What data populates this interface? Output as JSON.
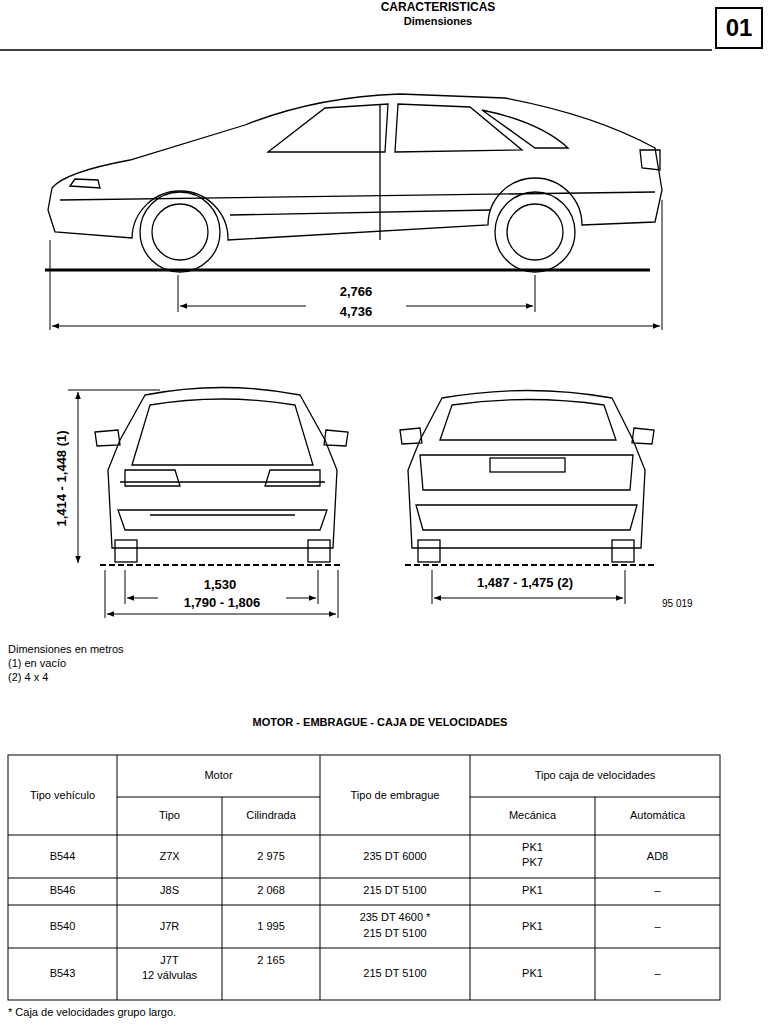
{
  "diagram": {
    "title": "CARACTERISTICAS",
    "labels": [
      "Dimensiones",
      "01",
      "2,766",
      "4,736",
      "1,414 - 1,448 (1)",
      "1,530",
      "1,790 - 1,806",
      "1,487 - 1,475 (2)",
      "95 019",
      "Dimensiones en metros",
      "(1) en vacío",
      "(2) 4 x 4",
      "MOTOR - EMBRAGUE - CAJA DE VELOCIDADES",
      "Tipo vehículo",
      "Motor",
      "Tipo de embrague",
      "Tipo caja de velocidades",
      "Tipo",
      "Cilindrada",
      "Mecánica",
      "Automática",
      "B544",
      "Z7X",
      "2 975",
      "235 DT 6000",
      "PK1",
      "PK7",
      "AD8",
      "B546",
      "J8S",
      "2 068",
      "215 DT 5100",
      "PK1",
      "–",
      "B540",
      "J7R",
      "1 995",
      "235 DT 4600 *",
      "215 DT 5100",
      "PK1",
      "–",
      "B543",
      "J7T",
      "12 válvulas",
      "2 165",
      "215 DT 5100",
      "PK1",
      "–",
      "* Caja de velocidades grupo largo."
    ]
  }
}
